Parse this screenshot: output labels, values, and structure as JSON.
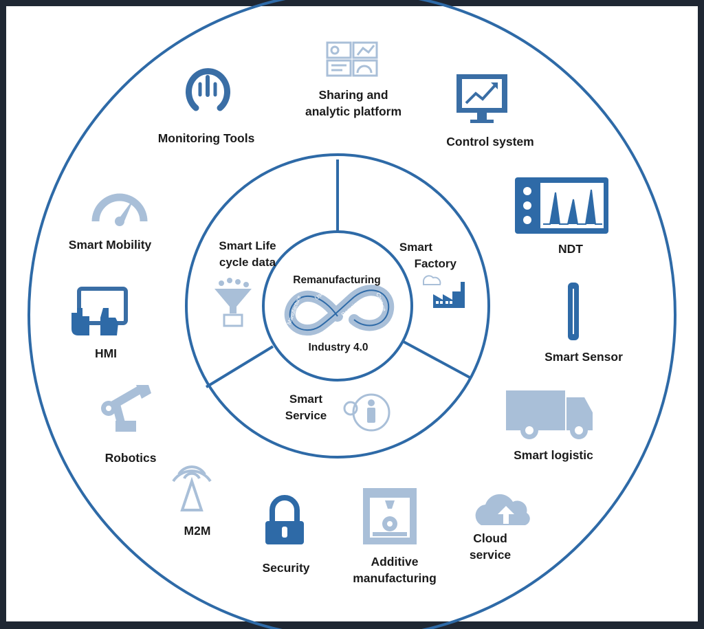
{
  "colors": {
    "ring": "#2e6aa7",
    "icon_dark": "#3a6ea5",
    "icon_light": "#a9bfd8",
    "background": "#ffffff",
    "frame": "#1f2733"
  },
  "center": {
    "title": "Remanufacturing",
    "subtitle": "Industry 4.0",
    "loop_words": [
      "Manufacture",
      "Use",
      "Remain",
      "Capture"
    ]
  },
  "inner_sectors": [
    {
      "line1": "Smart Life",
      "line2": "cycle data",
      "icon": "funnel-data-icon"
    },
    {
      "line1": "Smart",
      "line2": "Factory",
      "icon": "factory-icon"
    },
    {
      "line1": "Smart",
      "line2": "Service",
      "icon": "service-person-icon"
    }
  ],
  "outer_items": [
    {
      "line1": "Sharing and",
      "line2": "analytic platform",
      "icon": "dashboard-grid-icon"
    },
    {
      "line1": "Control system",
      "icon": "monitor-chart-icon"
    },
    {
      "line1": "Monitoring Tools",
      "icon": "gauge-arc-icon"
    },
    {
      "line1": "Smart Mobility",
      "icon": "speedometer-icon"
    },
    {
      "line1": "NDT",
      "icon": "oscilloscope-icon"
    },
    {
      "line1": "HMI",
      "icon": "tablet-hands-icon"
    },
    {
      "line1": "Smart Sensor",
      "icon": "sensor-probe-icon"
    },
    {
      "line1": "Robotics",
      "icon": "robot-arm-icon"
    },
    {
      "line1": "Smart logistic",
      "icon": "truck-icon"
    },
    {
      "line1": "M2M",
      "icon": "antenna-icon"
    },
    {
      "line1": "Security",
      "icon": "padlock-icon"
    },
    {
      "line1": "Additive",
      "line2": "manufacturing",
      "icon": "3d-printer-icon"
    },
    {
      "line1": "Cloud",
      "line2": "service",
      "icon": "cloud-upload-icon"
    }
  ]
}
